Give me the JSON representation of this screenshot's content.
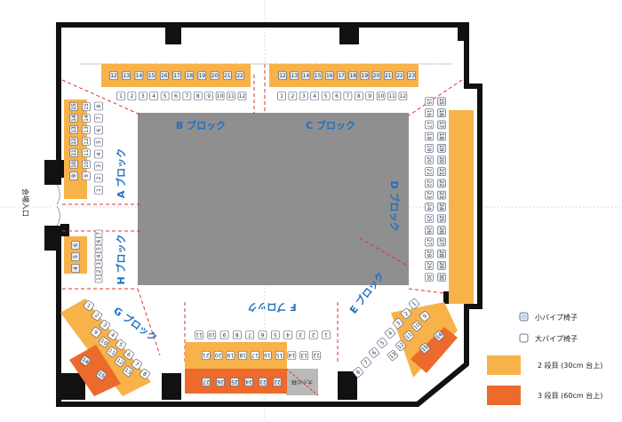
{
  "blocks": {
    "A": "A ブロック",
    "B": "B ブロック",
    "C": "C ブロック",
    "D": "D ブロック",
    "E": "E ブロック",
    "F": "F ブロック",
    "G": "G ブロック",
    "H": "H ブロック"
  },
  "entrance": "会場入口",
  "storage": "大小の箱",
  "legend": {
    "small_chair": "小パイプ椅子",
    "large_chair": "大パイプ椅子",
    "tier2": "2 段目 (30cm 台上)",
    "tier3": "3 段目 (60cm 台上)"
  },
  "colors": {
    "tier2": "#f7b24a",
    "tier3": "#ec6a2c",
    "stage": "#8f8f8f",
    "wall": "#111111",
    "guide": "#e03030",
    "label": "#1f6fc0"
  },
  "rows": {
    "B_front": [
      "1",
      "2",
      "3",
      "4",
      "5",
      "6",
      "7",
      "8",
      "9",
      "10",
      "11",
      "12"
    ],
    "B_back": [
      "12",
      "13",
      "14",
      "15",
      "16",
      "17",
      "18",
      "19",
      "20",
      "21",
      "22"
    ],
    "C_front": [
      "1",
      "2",
      "3",
      "4",
      "5",
      "6",
      "7",
      "8",
      "9",
      "10",
      "11",
      "12"
    ],
    "C_back": [
      "12",
      "13",
      "14",
      "15",
      "16",
      "17",
      "18",
      "19",
      "20",
      "21",
      "22",
      "23"
    ],
    "A_col1": [
      "1",
      "2",
      "3",
      "4",
      "5",
      "6",
      "7",
      "8"
    ],
    "A_col2": [
      "9",
      "10",
      "11",
      "12",
      "13",
      "14",
      "15"
    ],
    "A_col3": [
      "9",
      "10",
      "11",
      "12",
      "13",
      "14",
      "15"
    ],
    "D_front": [
      "15",
      "16",
      "17",
      "18",
      "19",
      "20",
      "21",
      "22",
      "23",
      "24",
      "25",
      "26",
      "27",
      "28",
      "29",
      "30"
    ],
    "D_back": [
      "15",
      "16",
      "17",
      "18",
      "19",
      "20",
      "21",
      "22",
      "23",
      "24",
      "25",
      "26",
      "27",
      "28",
      "29",
      "30"
    ],
    "H_col": [
      "1",
      "2",
      "3",
      "4",
      "5",
      "6",
      "7"
    ],
    "H_col2": [
      "4",
      "5",
      "6"
    ],
    "F_front": [
      "1",
      "2",
      "3",
      "4",
      "5",
      "6",
      "7",
      "8",
      "9",
      "10",
      "11"
    ],
    "F_back1": [
      "12",
      "13",
      "14",
      "15",
      "16",
      "17",
      "18",
      "19",
      "20",
      "21"
    ],
    "F_back2": [
      "22",
      "23",
      "24",
      "25",
      "26",
      "27"
    ],
    "G_row1": [
      "1",
      "2",
      "3",
      "4",
      "5",
      "6",
      "7",
      "8"
    ],
    "G_row2": [
      "9",
      "10",
      "11",
      "12",
      "13"
    ],
    "G_row3": [
      "14",
      "15"
    ],
    "E_row1": [
      "1",
      "2",
      "3",
      "4",
      "5",
      "6",
      "7",
      "8"
    ],
    "E_row2": [
      "9",
      "10",
      "11",
      "12",
      "13"
    ],
    "E_row3": [
      "14",
      "15"
    ]
  }
}
